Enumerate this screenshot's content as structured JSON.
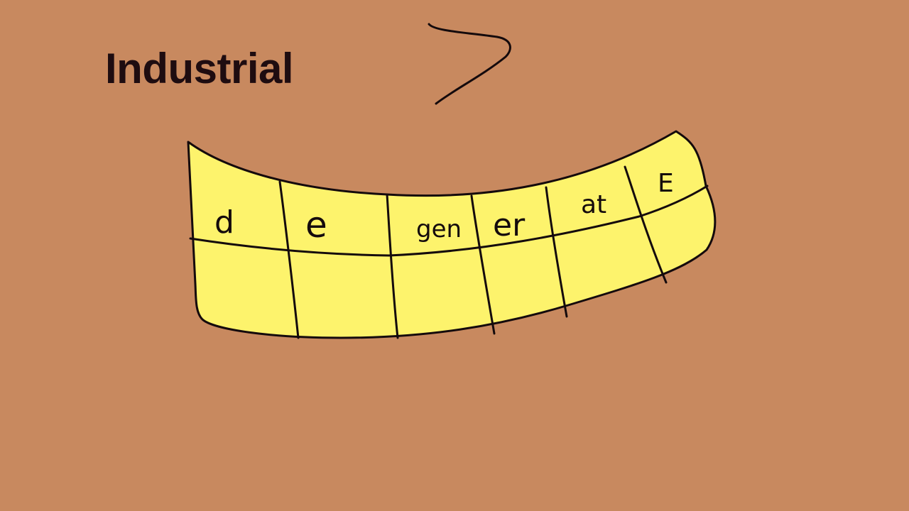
{
  "heading": {
    "text": "Industrial"
  },
  "scribble": {
    "icon": "curved-stroke-arrow"
  },
  "strip": {
    "fill_color": "#fdf36c",
    "line_color": "#140a0c",
    "background_color": "#c8895f",
    "top_row_cells": [
      {
        "label": "d"
      },
      {
        "label": "e"
      },
      {
        "label": "gen"
      },
      {
        "label": "er"
      },
      {
        "label": "at"
      },
      {
        "label": "E"
      }
    ],
    "bottom_row_cells": [
      {
        "label": ""
      },
      {
        "label": ""
      },
      {
        "label": ""
      },
      {
        "label": ""
      },
      {
        "label": ""
      },
      {
        "label": ""
      }
    ]
  }
}
